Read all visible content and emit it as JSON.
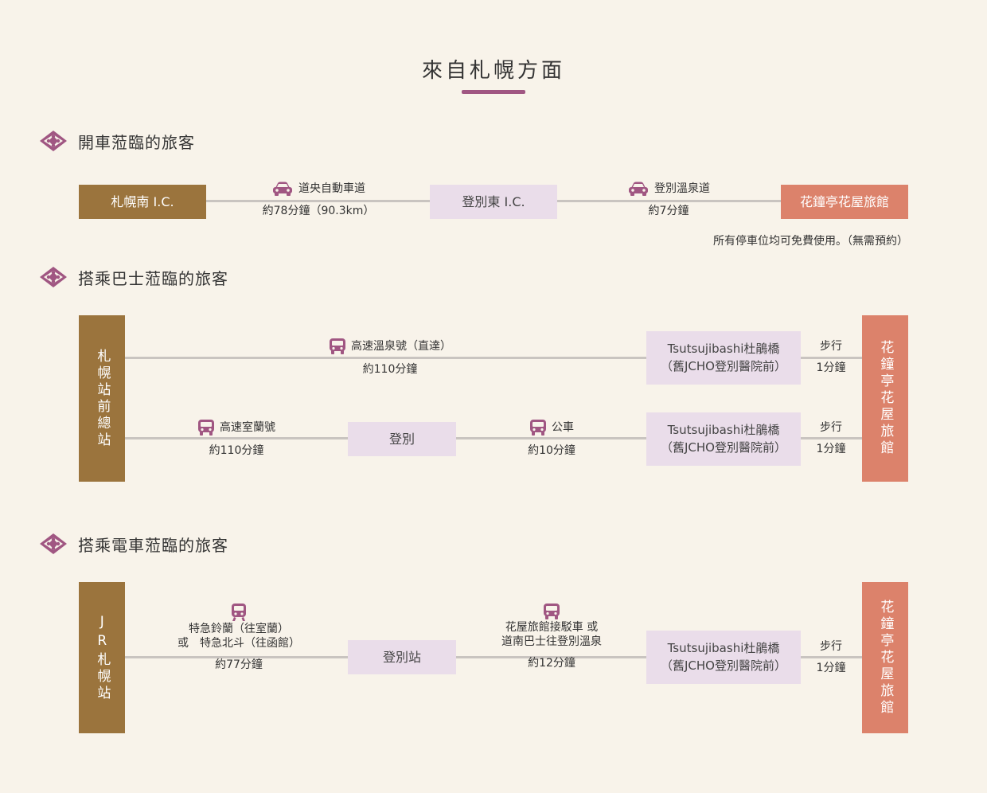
{
  "title": "來自札幌方面",
  "sections": [
    {
      "label": "開車蒞臨的旅客",
      "start": "札幌南 I.C.",
      "mid": "登別東 I.C.",
      "end": "花鐘亭花屋旅館",
      "leg1": {
        "name": "道央自動車道",
        "time": "約78分鐘（90.3km）",
        "icon": "car-icon"
      },
      "leg2": {
        "name": "登別溫泉道",
        "time": "約7分鐘",
        "icon": "car-icon"
      },
      "note": "所有停車位均可免費使用。（無需預約）"
    },
    {
      "label": "搭乘巴士蒞臨的旅客",
      "start": "札幌站前總站",
      "end": "花鐘亭花屋旅館",
      "row1": {
        "leg": {
          "name": "高速溫泉號（直達）",
          "time": "約110分鐘",
          "icon": "bus-icon"
        },
        "stop": [
          "Tsutsujibashi杜鵑橋",
          "（舊JCHO登別醫院前）"
        ],
        "walk": {
          "name": "步行",
          "time": "1分鐘"
        }
      },
      "row2": {
        "leg1": {
          "name": "高速室蘭號",
          "time": "約110分鐘",
          "icon": "bus-icon"
        },
        "mid": "登別",
        "leg2": {
          "name": "公車",
          "time": "約10分鐘",
          "icon": "bus-icon"
        },
        "stop": [
          "Tsutsujibashi杜鵑橋",
          "（舊JCHO登別醫院前）"
        ],
        "walk": {
          "name": "步行",
          "time": "1分鐘"
        }
      }
    },
    {
      "label": "搭乘電車蒞臨的旅客",
      "start": "JR札幌站",
      "end": "花鐘亭花屋旅館",
      "leg1": {
        "lines": [
          "特急鈴蘭（往室蘭）",
          "或　特急北斗（往函館）"
        ],
        "time": "約77分鐘",
        "icon": "train-icon"
      },
      "mid": "登別站",
      "leg2": {
        "lines": [
          "花屋旅館接駁車 或",
          "道南巴士往登別溫泉"
        ],
        "time": "約12分鐘",
        "icon": "bus-icon"
      },
      "stop": [
        "Tsutsujibashi杜鵑橋",
        "（舊JCHO登別醫院前）"
      ],
      "walk": {
        "name": "步行",
        "time": "1分鐘"
      }
    }
  ],
  "colors": {
    "accent": "#a05682",
    "brown": "#9b743d",
    "coral": "#dc826b",
    "lavender": "#eaddea"
  }
}
